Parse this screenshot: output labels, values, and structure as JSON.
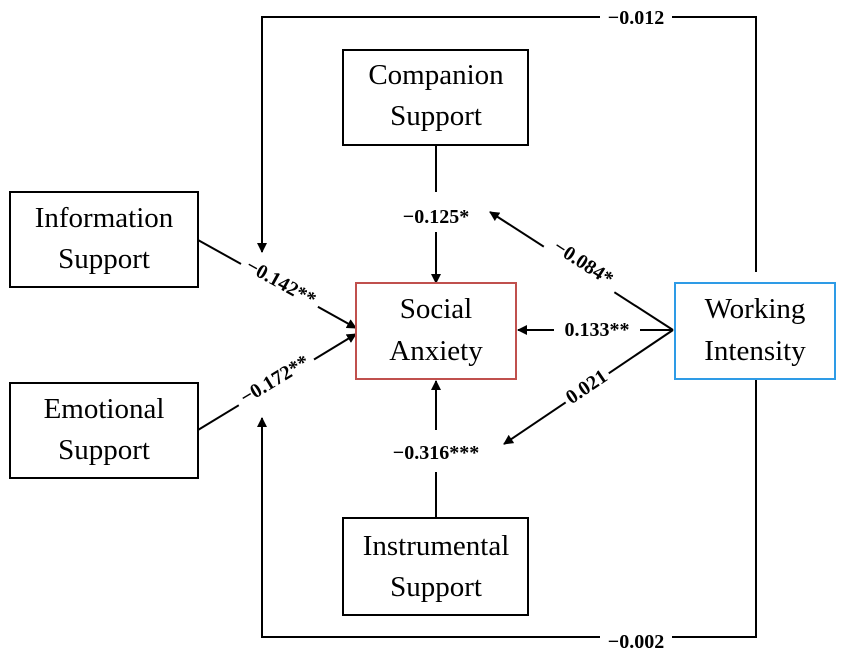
{
  "nodes": {
    "companion_support": {
      "lines": [
        "Companion",
        "Support"
      ],
      "border": "#000000"
    },
    "information_support": {
      "lines": [
        "Information",
        "Support"
      ],
      "border": "#000000"
    },
    "emotional_support": {
      "lines": [
        "Emotional",
        "Support"
      ],
      "border": "#000000"
    },
    "social_anxiety": {
      "lines": [
        "Social",
        "Anxiety"
      ],
      "border": "#c0504d"
    },
    "working_intensity": {
      "lines": [
        "Working",
        "Intensity"
      ],
      "border": "#2e9be6"
    },
    "instrumental_support": {
      "lines": [
        "Instrumental",
        "Support"
      ],
      "border": "#000000"
    }
  },
  "paths": {
    "top_loop": "−0.012",
    "bottom_loop": "−0.002",
    "companion": "−0.125*",
    "instrumental": "−0.316***",
    "information": "−0.142**",
    "emotional": "−0.172**",
    "wi_to_companion_mod": "−0.084*",
    "wi_to_anxiety": "0.133**",
    "wi_to_instrumental_mod": "0.021"
  }
}
